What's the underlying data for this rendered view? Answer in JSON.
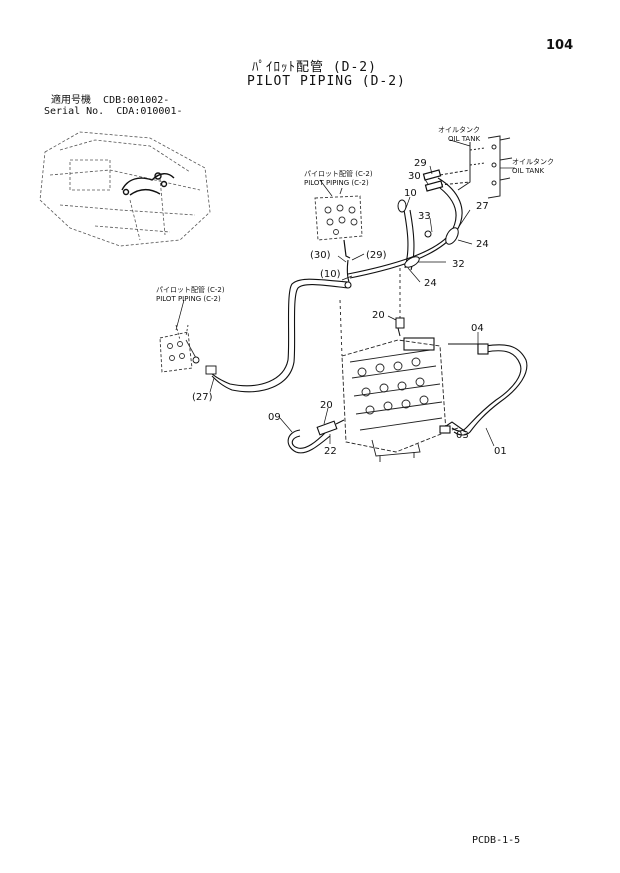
{
  "page": {
    "number": "104",
    "title_jp": "ﾊﾟｲﾛｯﾄ配管 (D-2)",
    "title_en": "PILOT PIPING (D-2)",
    "footer_code": "PCDB-1-5"
  },
  "serial": {
    "line1_label": "適用号機",
    "line1_value": "CDB:001002-",
    "line2_label": "Serial No.",
    "line2_value": "CDA:010001-"
  },
  "notes": {
    "oil_tank_jp": "オイルタンク",
    "oil_tank_en": "OIL TANK",
    "pilot_c2_jp": "パイロット配管 (C-2)",
    "pilot_c2_en": "PILOT PIPING (C-2)"
  },
  "callouts": {
    "c29a": "29",
    "c30a": "30",
    "c10": "10",
    "c33": "33",
    "c27a": "27",
    "c24a": "24",
    "c30p": "(30)",
    "c29p": "(29)",
    "c32": "32",
    "c10p": "(10)",
    "c24b": "24",
    "c20a": "20",
    "c04": "04",
    "c27p": "(27)",
    "c09": "09",
    "c20b": "20",
    "c22": "22",
    "c03": "03",
    "c01": "01"
  }
}
